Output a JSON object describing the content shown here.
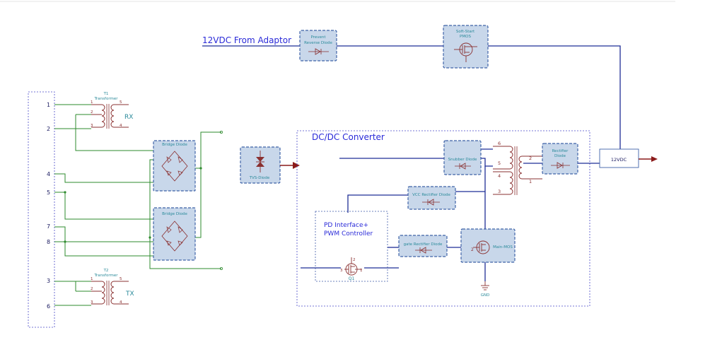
{
  "labels": {
    "adaptor": "12VDC From Adaptor",
    "prevent_reverse": [
      "Prevent",
      "Reverse Diode"
    ],
    "soft_start": [
      "Soft-Start",
      "PMOS"
    ],
    "tvs": "TVS-Diode",
    "dcdc": "DC/DC Converter",
    "snubber": "Snubber Diode",
    "rectifier": [
      "Rectifier",
      "Diode"
    ],
    "output": "12VDC",
    "vcc_rectifier": "VCC Rectifier Diode",
    "gate_rectifier": "gate Rectifier Diode",
    "pd_controller": [
      "PD Interface+",
      "PWM Controller"
    ],
    "main_mos": "Main-MOS",
    "q1": "Q1",
    "gnd": "GND",
    "t1": [
      "T1",
      "Transformer"
    ],
    "t2": [
      "T2",
      "Transformer"
    ],
    "rx": "RX",
    "tx": "TX",
    "bridge1": "Bridge Diode",
    "bridge2": "Bridge Diode"
  },
  "connector_pins": [
    "1",
    "2",
    "4",
    "5",
    "7",
    "8",
    "3",
    "6"
  ],
  "t1_pins": [
    "1",
    "2",
    "3",
    "5",
    "4"
  ],
  "t2_pins": [
    "1",
    "2",
    "3",
    "5",
    "4"
  ],
  "main_transformer_pins": [
    "6",
    "5",
    "4",
    "3",
    "2",
    "1"
  ],
  "q1_pins": [
    "3",
    "1",
    "2"
  ],
  "main_mos_pin": "2",
  "colors": {
    "bus": "#1f2e96",
    "wire": "#2e8b2e",
    "component_fill": "#c8d7ea",
    "component_border": "#3f63a8",
    "pin": "#8a3030",
    "arrow": "#8b1a1a"
  }
}
